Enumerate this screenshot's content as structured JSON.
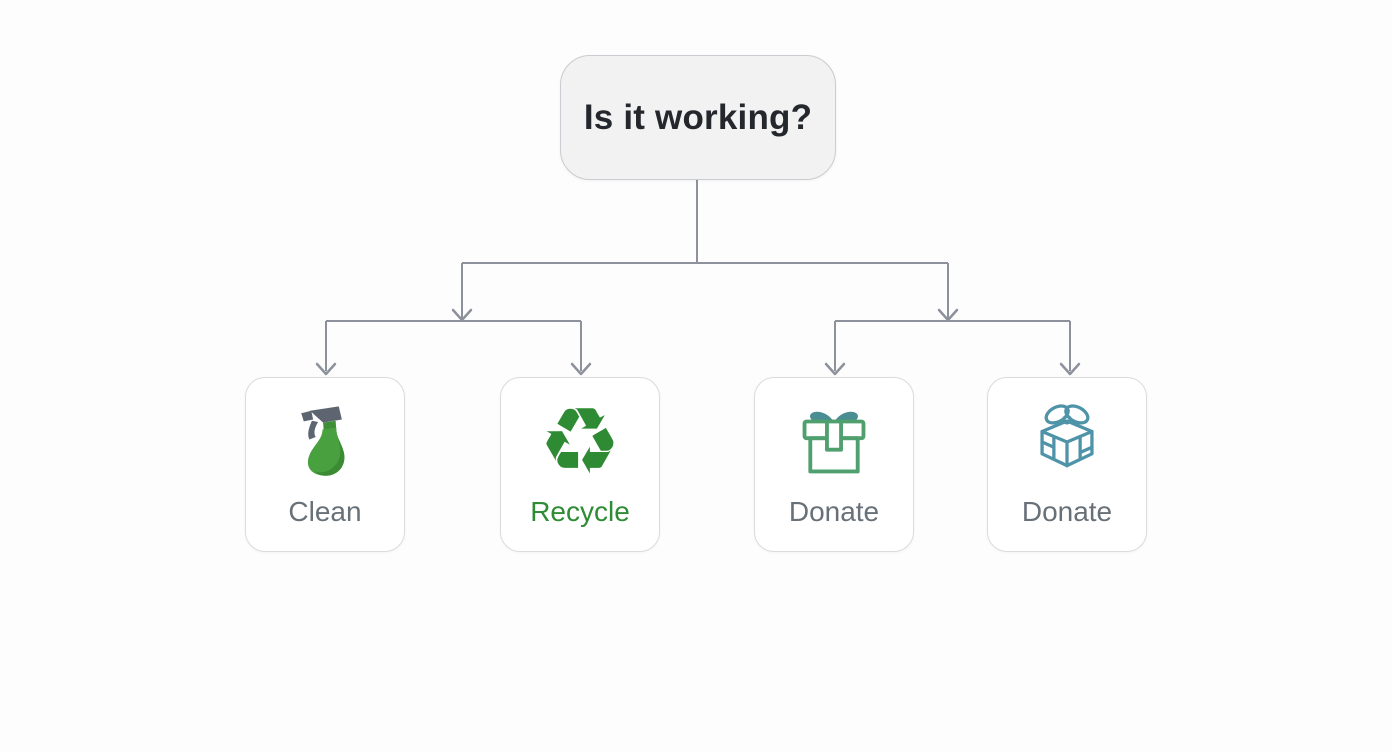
{
  "root_node": {
    "label": "Is it working?"
  },
  "cards": [
    {
      "label": "Clean",
      "icon": "spray-bottle-icon"
    },
    {
      "label": "Recycle",
      "icon": "recycle-icon",
      "glyph": "♻"
    },
    {
      "label": "Donate",
      "icon": "gift-box-icon"
    },
    {
      "label": "Donate",
      "icon": "wrapped-gift-icon"
    }
  ],
  "colors": {
    "connector": "#8c919b",
    "root_bg": "#f2f2f3",
    "root_border": "#c9ccd0",
    "card_border": "#d9dbde",
    "label_gray": "#687078",
    "recycle_green": "#2e8b33",
    "spray_bottle_green": "#48a13e",
    "spray_head_gray": "#5d6670",
    "gift_outline_green": "#4fa06e",
    "gift_bow_teal": "#4a8d92",
    "wrapped_gift_teal": "#4e93a8"
  }
}
